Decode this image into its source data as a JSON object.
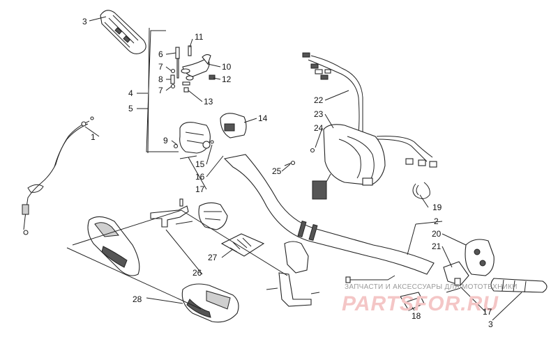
{
  "callouts": {
    "c1": "1",
    "c2": "2",
    "c3a": "3",
    "c3b": "3",
    "c4": "4",
    "c5": "5",
    "c6": "6",
    "c7a": "7",
    "c7b": "7",
    "c8": "8",
    "c9": "9",
    "c10": "10",
    "c11": "11",
    "c12": "12",
    "c13": "13",
    "c14": "14",
    "c15": "15",
    "c16": "16",
    "c17a": "17",
    "c17b": "17",
    "c18": "18",
    "c19": "19",
    "c20": "20",
    "c21": "21",
    "c22": "22",
    "c23": "23",
    "c24": "24",
    "c25": "25",
    "c26": "26",
    "c27": "27",
    "c28": "28"
  },
  "watermark": {
    "caption": "ЗАПЧАСТИ И АКСЕССУАРЫ ДЛЯ МОТОТЕХНИКИ",
    "logo": "PARTSFOR.RU"
  }
}
